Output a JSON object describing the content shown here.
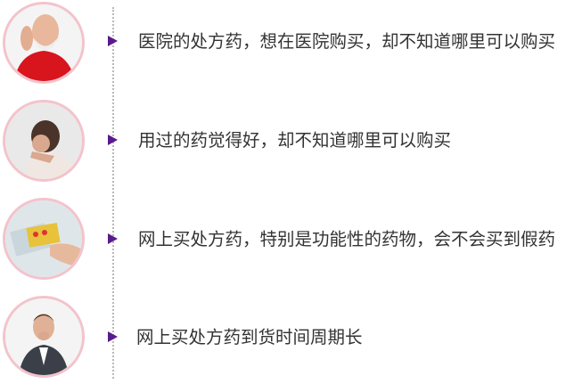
{
  "items": [
    {
      "text": "医院的处方药，想在医院购买，却不知道哪里可以购买",
      "icon": "elderly-man-photo"
    },
    {
      "text": "用过的药觉得好，却不知道哪里可以购买",
      "icon": "worried-woman-photo"
    },
    {
      "text": "网上买处方药，特别是功能性的药物，会不会买到假药",
      "icon": "medicine-pills-photo"
    },
    {
      "text": "网上买处方药到货时间周期长",
      "icon": "stressed-man-photo"
    }
  ],
  "colors": {
    "accent": "#5a1a8c",
    "ring": "#f3c3cb",
    "text": "#333333"
  }
}
